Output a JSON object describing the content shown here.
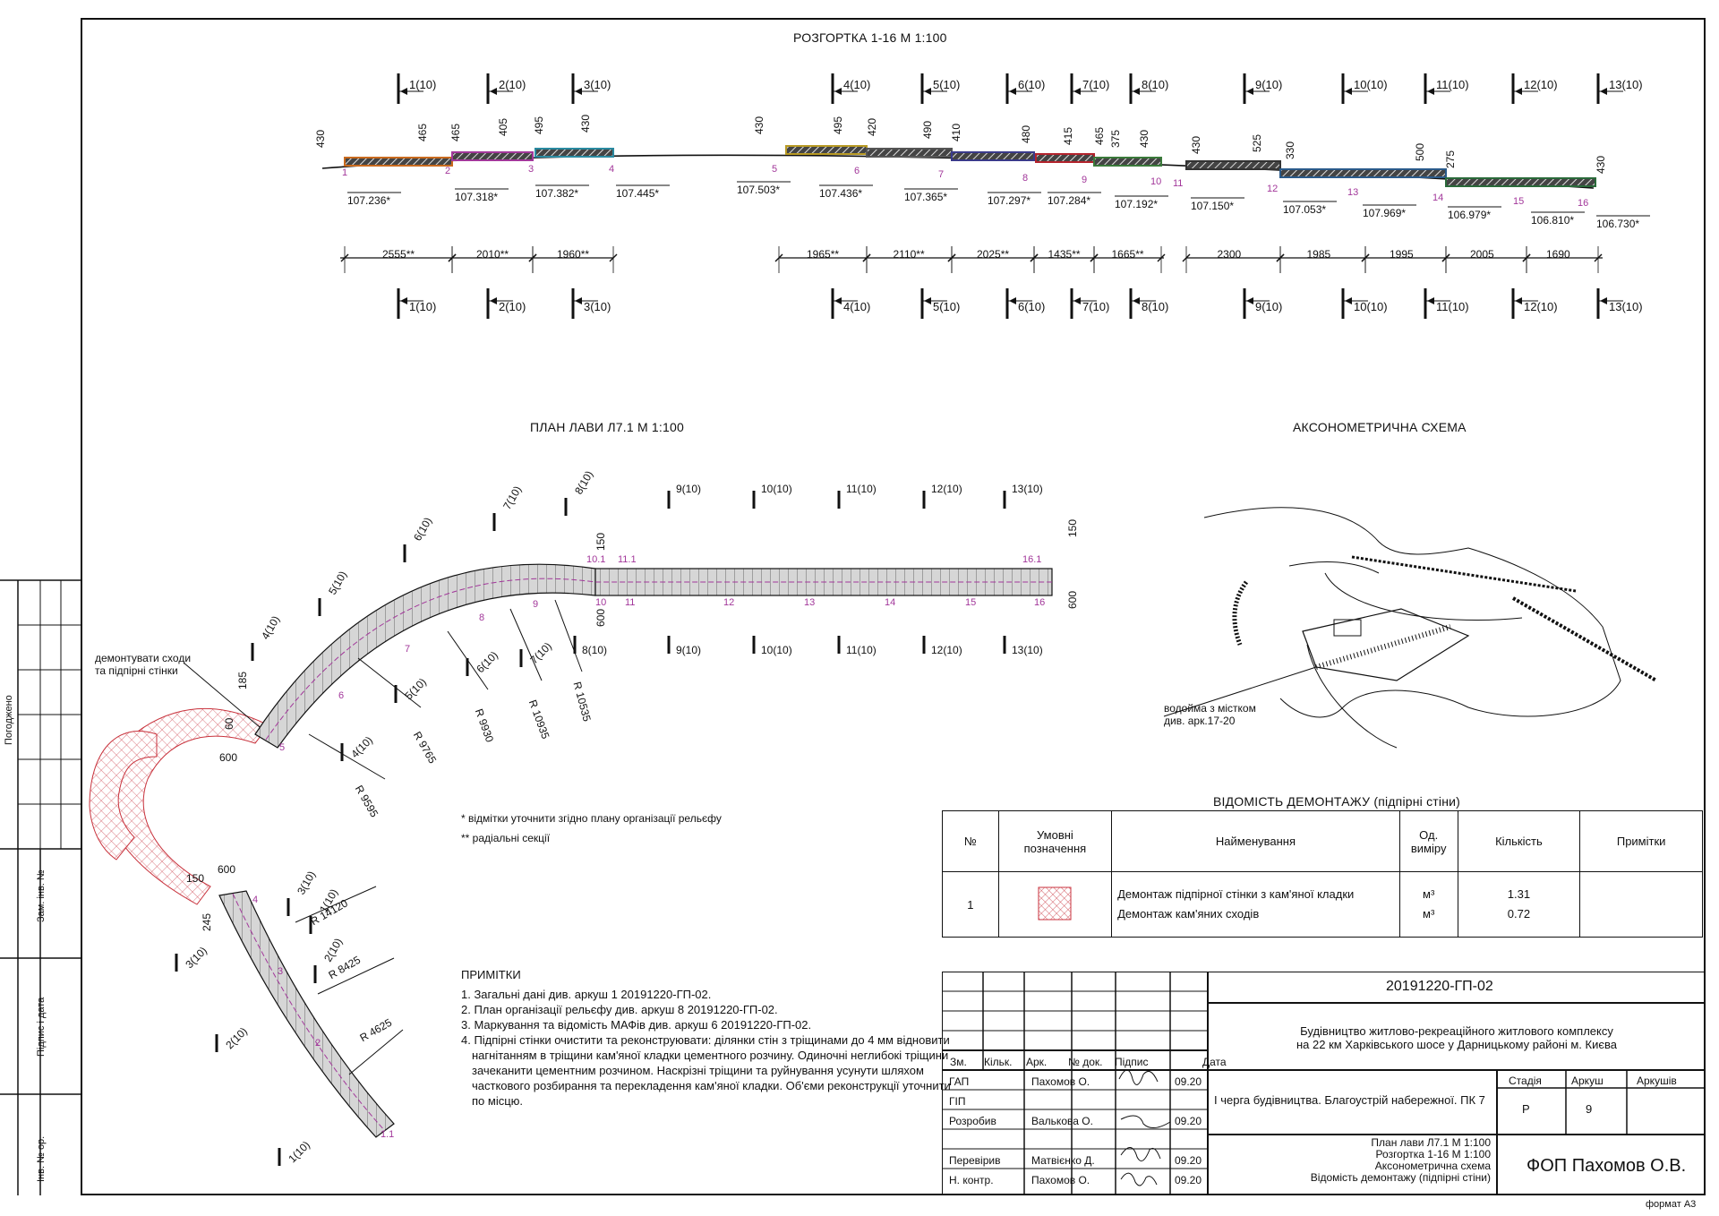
{
  "titles": {
    "unfold": "РОЗГОРТКА 1-16 М 1:100",
    "plan": "ПЛАН ЛАВИ Л7.1 М 1:100",
    "axon": "АКСОНОМЕТРИЧНА СХЕМА",
    "demolition": "ВІДОМІСТЬ ДЕМОНТАЖУ (підпірні стіни)"
  },
  "unfold": {
    "section_marks": [
      "1(10)",
      "2(10)",
      "3(10)",
      "4(10)",
      "5(10)",
      "6(10)",
      "7(10)",
      "8(10)",
      "9(10)",
      "10(10)",
      "11(10)",
      "12(10)",
      "13(10)"
    ],
    "heights": [
      "430",
      "465",
      "465",
      "405",
      "495",
      "430",
      "430",
      "495",
      "420",
      "490",
      "410",
      "480",
      "415",
      "465",
      "375",
      "430",
      "430",
      "525",
      "330",
      "500",
      "275",
      "430"
    ],
    "elevations": [
      "107.236*",
      "107.318*",
      "107.382*",
      "107.445*",
      "107.503*",
      "107.436*",
      "107.365*",
      "107.297*",
      "107.284*",
      "107.192*",
      "107.150*",
      "107.053*",
      "107.969*",
      "106.979*",
      "106.810*",
      "106.730*"
    ],
    "spans": [
      "2555**",
      "2010**",
      "1960**",
      "1965**",
      "2110**",
      "2025**",
      "1435**",
      "1665**",
      "2300",
      "1985",
      "1995",
      "2005",
      "1690"
    ],
    "point_numbers": [
      "1",
      "2",
      "3",
      "4",
      "5",
      "6",
      "7",
      "8",
      "9",
      "10",
      "11",
      "12",
      "13",
      "14",
      "15",
      "16"
    ]
  },
  "plan": {
    "section_marks": [
      "1(10)",
      "2(10)",
      "3(10)",
      "4(10)",
      "5(10)",
      "6(10)",
      "7(10)",
      "8(10)",
      "9(10)",
      "10(10)",
      "11(10)",
      "12(10)",
      "13(10)"
    ],
    "radii": [
      "R 14120",
      "R 8425",
      "R 4625",
      "R 9595",
      "R 9765",
      "R 9930",
      "R 10935",
      "R 10535"
    ],
    "dims": [
      "150",
      "600",
      "600",
      "150",
      "185",
      "60",
      "600",
      "150",
      "245",
      "600"
    ],
    "point_labels": [
      "1.1",
      "2",
      "3",
      "4",
      "5",
      "6",
      "7",
      "8",
      "9",
      "10",
      "10.1",
      "11",
      "11.1",
      "12",
      "13",
      "14",
      "15",
      "16",
      "16.1"
    ],
    "callout": [
      "демонтувати сходи",
      "та підпірні стінки"
    ]
  },
  "axon": {
    "callout": [
      "водойма з містком",
      "див. арк.17-20"
    ]
  },
  "footnotes": [
    "* відмітки уточнити згідно плану організації рельєфу",
    "** радіальні секції"
  ],
  "demolition_table": {
    "headers": [
      "№",
      "Умовні позначення",
      "Найменування",
      "Од. виміру",
      "Кількість",
      "Примітки"
    ],
    "row_no": "1",
    "items": [
      {
        "name": "Демонтаж підпірної стінки з кам'яної кладки",
        "unit": "м³",
        "qty": "1.31"
      },
      {
        "name": "Демонтаж кам'яних сходів",
        "unit": "м³",
        "qty": "0.72"
      }
    ]
  },
  "notes": {
    "heading": "ПРИМІТКИ",
    "lines": [
      "1. Загальні дані див. аркуш 1 20191220-ГП-02.",
      "2. План організації рельєфу див. аркуш 8 20191220-ГП-02.",
      "3. Маркування та відомість МАФів див. аркуш 6 20191220-ГП-02.",
      "4. Підпірні стінки очистити та реконструювати: ділянки стін з тріщинами до 4 мм відновити",
      "нагнітанням в тріщини кам'яної кладки цементного розчину. Одиночні неглибокі тріщини",
      "зачеканити цементним розчином. Наскрізні тріщини та руйнування усунути шляхом",
      "часткового розбирання та перекладення кам'яної кладки.  Об'єми реконструкції уточнити",
      "по місцю."
    ]
  },
  "stamp": {
    "code": "20191220-ГП-02",
    "project": [
      "Будівництво житлово-рекреаційного житлового комплексу",
      "на 22 км Харківського шосе у Дарницькому районі м. Києва"
    ],
    "stage_text": "І черга будівництва. Благоустрій набережної. ПК 7",
    "col_headers": [
      "Зм.",
      "Кільк.",
      "Арк.",
      "№ док.",
      "Підпис",
      "Дата"
    ],
    "people": [
      {
        "role": "ГАП",
        "name": "Пахомов О.",
        "date": "09.20"
      },
      {
        "role": "ГІП",
        "name": "",
        "date": ""
      },
      {
        "role": "Розробив",
        "name": "Валькова О.",
        "date": "09.20"
      },
      {
        "role": "",
        "name": "",
        "date": ""
      },
      {
        "role": "Перевірив",
        "name": "Матвієнко Д.",
        "date": "09.20"
      },
      {
        "role": "Н. контр.",
        "name": "Пахомов О.",
        "date": "09.20"
      }
    ],
    "stage_headers": [
      "Стадія",
      "Аркуш",
      "Аркушів"
    ],
    "stage_values": [
      "Р",
      "9",
      ""
    ],
    "sheet_contents": [
      "План лави Л7.1 М 1:100",
      "Розгортка 1-16 М 1:100",
      "Аксонометрична схема",
      "Відомість демонтажу (підпірні стіни)"
    ],
    "company": "ФОП Пахомов О.В."
  },
  "side": {
    "labels": [
      "Погоджено",
      "Зам. інв. №",
      "Підпис і дата",
      "Інв. № ор."
    ]
  },
  "format": "формат А3",
  "colors": {
    "line": "#111111",
    "magenta": "#a2379a",
    "demolish": "#c8323c",
    "hatch_fill": "#d0d0d0"
  }
}
